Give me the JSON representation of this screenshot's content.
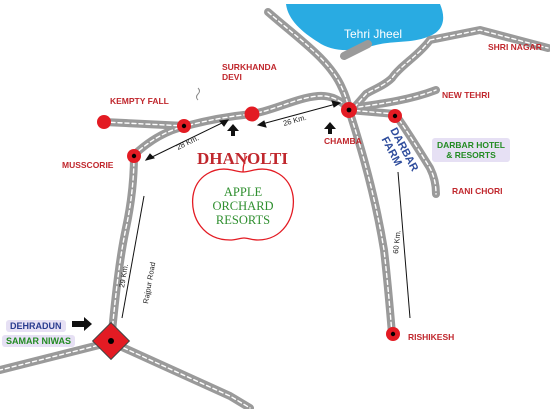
{
  "lake": {
    "name": "Tehri Jheel",
    "color": "#29abe2"
  },
  "places": {
    "shri_nagar": "SHRI NAGAR",
    "surkhanda_line1": "SURKHANDA",
    "surkhanda_line2": "DEVI",
    "new_tehri": "NEW TEHRI",
    "kempty_fall": "KEMPTY FALL",
    "chamba": "CHAMBA",
    "musscorie": "MUSSCORIE",
    "darbar_farm_line1": "DARBAR",
    "darbar_farm_line2": "FARM",
    "rani_chori": "RANI CHORI",
    "rishikesh": "RISHIKESH",
    "dehradun": "DEHRADUN",
    "samar_niwas": "SAMAR NIWAS"
  },
  "darbar_hotel": {
    "line1": "DARBAR HOTEL",
    "line2": "& RESORTS"
  },
  "roads": {
    "rajpur_road": "Rajpur Road",
    "dist_mussoorie_dhanolti": "28 Km.",
    "dist_dhanolti_chamba": "26 Km.",
    "dist_dehradun_mussoorie": "29 Km.",
    "dist_chamba_rishikesh": "60 Km."
  },
  "destination": {
    "name": "DHANOLTI",
    "resort_line1": "APPLE",
    "resort_line2": "ORCHARD",
    "resort_line3": "RESORTS"
  },
  "colors": {
    "label_red": "#c0272d",
    "marker_red": "#e31b23",
    "road_gray": "#9a9a9a",
    "resort_green": "#2f8f2f",
    "darbar_farm_blue": "#2e4c9c",
    "tag_blue": "#2a3c8f",
    "hotel_green": "#228b22",
    "lavender": "#e6e0f4"
  }
}
